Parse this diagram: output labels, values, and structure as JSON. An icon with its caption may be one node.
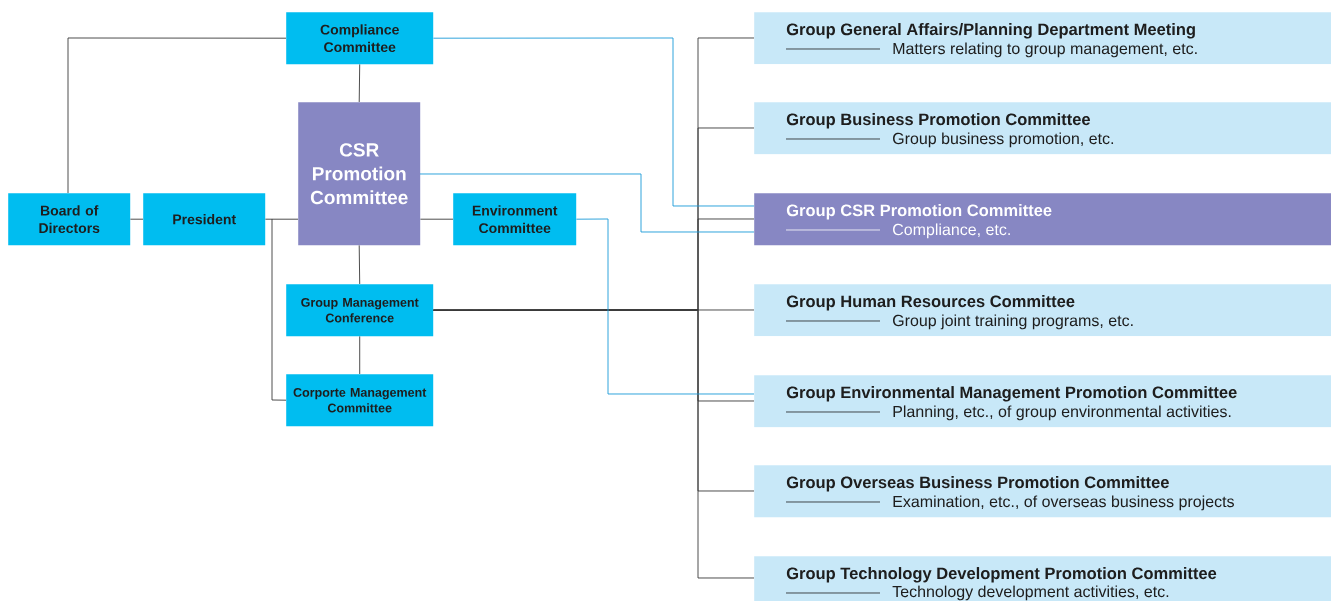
{
  "diagram": {
    "nodes": [
      {
        "text": [
          "Compliance Committee"
        ]
      },
      {
        "text": [
          "CSR Promotion Committee"
        ]
      },
      {
        "text": [
          "Board of Directors"
        ]
      },
      {
        "text": [
          "President"
        ]
      },
      {
        "text": [
          "Environment Committee"
        ]
      },
      {
        "text": [
          "Group Management Conference"
        ]
      },
      {
        "text": [
          "Corporte Management Committee"
        ]
      },
      {
        "text": [
          "Group General Affairs/Planning Department Meeting",
          "Matters relating to group management, etc."
        ]
      },
      {
        "text": [
          "Group Business Promotion Committee",
          "Group business promotion, etc."
        ]
      },
      {
        "text": [
          "Group CSR Promotion Committee",
          "Compliance, etc."
        ]
      },
      {
        "text": [
          "Group Human Resources Committee",
          "Group joint training programs, etc."
        ]
      },
      {
        "text": [
          "Group Environmental Management Promotion Committee",
          "Planning, etc., of group environmental activities."
        ]
      },
      {
        "text": [
          "Group Overseas Business Promotion Committee",
          "Examination, etc., of overseas business projects"
        ]
      },
      {
        "text": [
          "Group Technology Development Promotion Committee",
          "Technology development activities, etc."
        ]
      }
    ],
    "edges": [
      {
        "from": 2,
        "to": 3,
        "arrow": "none"
      },
      {
        "from": 3,
        "to": 1,
        "arrow": "none"
      },
      {
        "from": 3,
        "to": 6,
        "arrow": "none"
      },
      {
        "from": 0,
        "to": 2,
        "arrow": "none"
      },
      {
        "from": 0,
        "to": 1,
        "arrow": "none"
      },
      {
        "from": 1,
        "to": 4,
        "arrow": "none"
      },
      {
        "from": 1,
        "to": 5,
        "arrow": "none"
      },
      {
        "from": 5,
        "to": 6,
        "arrow": "none"
      },
      {
        "from": 5,
        "to": 7,
        "arrow": "none"
      },
      {
        "from": 5,
        "to": 8,
        "arrow": "none"
      },
      {
        "from": 5,
        "to": 9,
        "arrow": "none"
      },
      {
        "from": 5,
        "to": 10,
        "arrow": "none"
      },
      {
        "from": 5,
        "to": 11,
        "arrow": "none"
      },
      {
        "from": 5,
        "to": 12,
        "arrow": "none"
      },
      {
        "from": 5,
        "to": 13,
        "arrow": "none"
      },
      {
        "from": 0,
        "to": 9,
        "arrow": "none",
        "color": "#1a9ad8"
      },
      {
        "from": 1,
        "to": 9,
        "arrow": "none",
        "color": "#1a9ad8"
      },
      {
        "from": 4,
        "to": 11,
        "arrow": "none",
        "color": "#1a9ad8"
      }
    ]
  }
}
